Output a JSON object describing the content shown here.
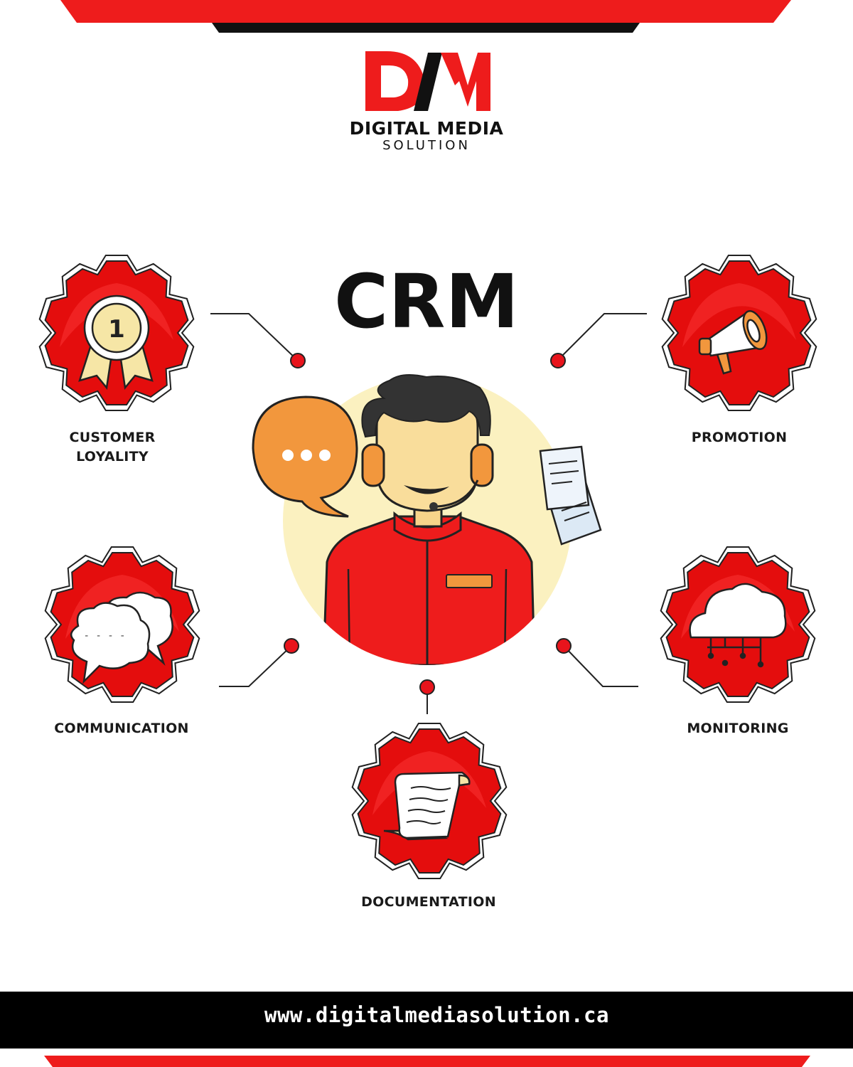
{
  "brand": {
    "monogram": "DM",
    "name_line1": "DIGITAL MEDIA",
    "name_line2": "SOLUTION"
  },
  "title": "CRM",
  "nodes": [
    {
      "id": "customer-loyalty",
      "label_lines": [
        "CUSTOMER",
        "LOYALITY"
      ],
      "icon": "award-medal-icon"
    },
    {
      "id": "promotion",
      "label_lines": [
        "PROMOTION"
      ],
      "icon": "megaphone-icon"
    },
    {
      "id": "communication",
      "label_lines": [
        "COMMUNICATION"
      ],
      "icon": "speech-clouds-icon"
    },
    {
      "id": "monitoring",
      "label_lines": [
        "MONITORING"
      ],
      "icon": "cloud-network-icon"
    },
    {
      "id": "documentation",
      "label_lines": [
        "DOCUMENTATION"
      ],
      "icon": "paper-scroll-icon"
    }
  ],
  "center": {
    "figure_icon": "support-agent-icon",
    "bubble_icon": "chat-bubble-icon",
    "documents_icon": "documents-icon",
    "medal_number": "1",
    "bubble_text": "...",
    "cloud_text": "- - - -"
  },
  "footer": {
    "url": "www.digitalmediasolution.ca",
    "icon": "globe-icon"
  },
  "colors": {
    "brand_red": "#ee1c1c",
    "dark": "#111111",
    "gear_red": "#e40d0d",
    "agent_circle": "#fbf1c0",
    "orange": "#f2973d"
  }
}
